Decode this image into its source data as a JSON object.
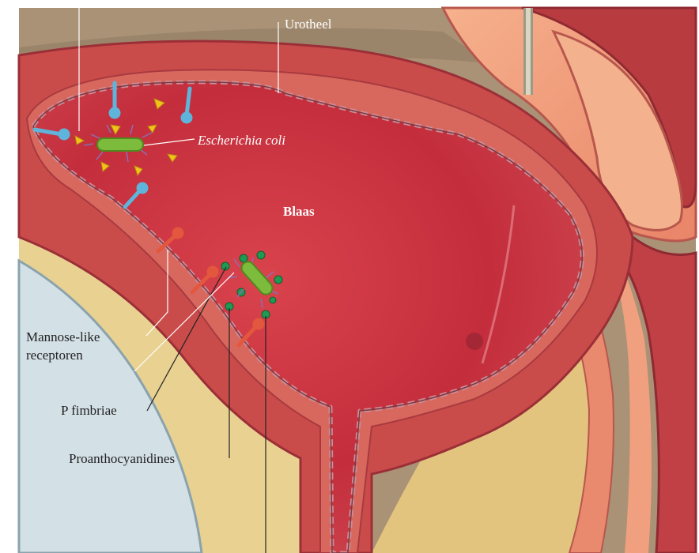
{
  "labels": {
    "urotheel": "Urotheel",
    "escherichia_coli": "Escherichia coli",
    "blaas": "Blaas",
    "mannose_line1": "Mannose-like",
    "mannose_line2": "receptoren",
    "p_fimbriae": "P fimbriae",
    "proanthocyanidines": "Proanthocyanidines"
  },
  "colors": {
    "background_tissue": "#a89377",
    "pelvic_fat": "#e8d08e",
    "bone": "#cfdde3",
    "bladder_wall_outer": "#c9524d",
    "bladder_wall_inner": "#d96e62",
    "bladder_lumen": "#b81e33",
    "urothelium_outline": "#c98d96",
    "uterus": "#f2a27e",
    "receptor_blue": "#5fb4dc",
    "receptor_red": "#e2573d",
    "bacterium_green": "#7dbb3c",
    "proanthocyanidin_green": "#1f9a52",
    "fimbriae_purple": "#8a6fb0",
    "lectin_yellow": "#f2c21a"
  }
}
